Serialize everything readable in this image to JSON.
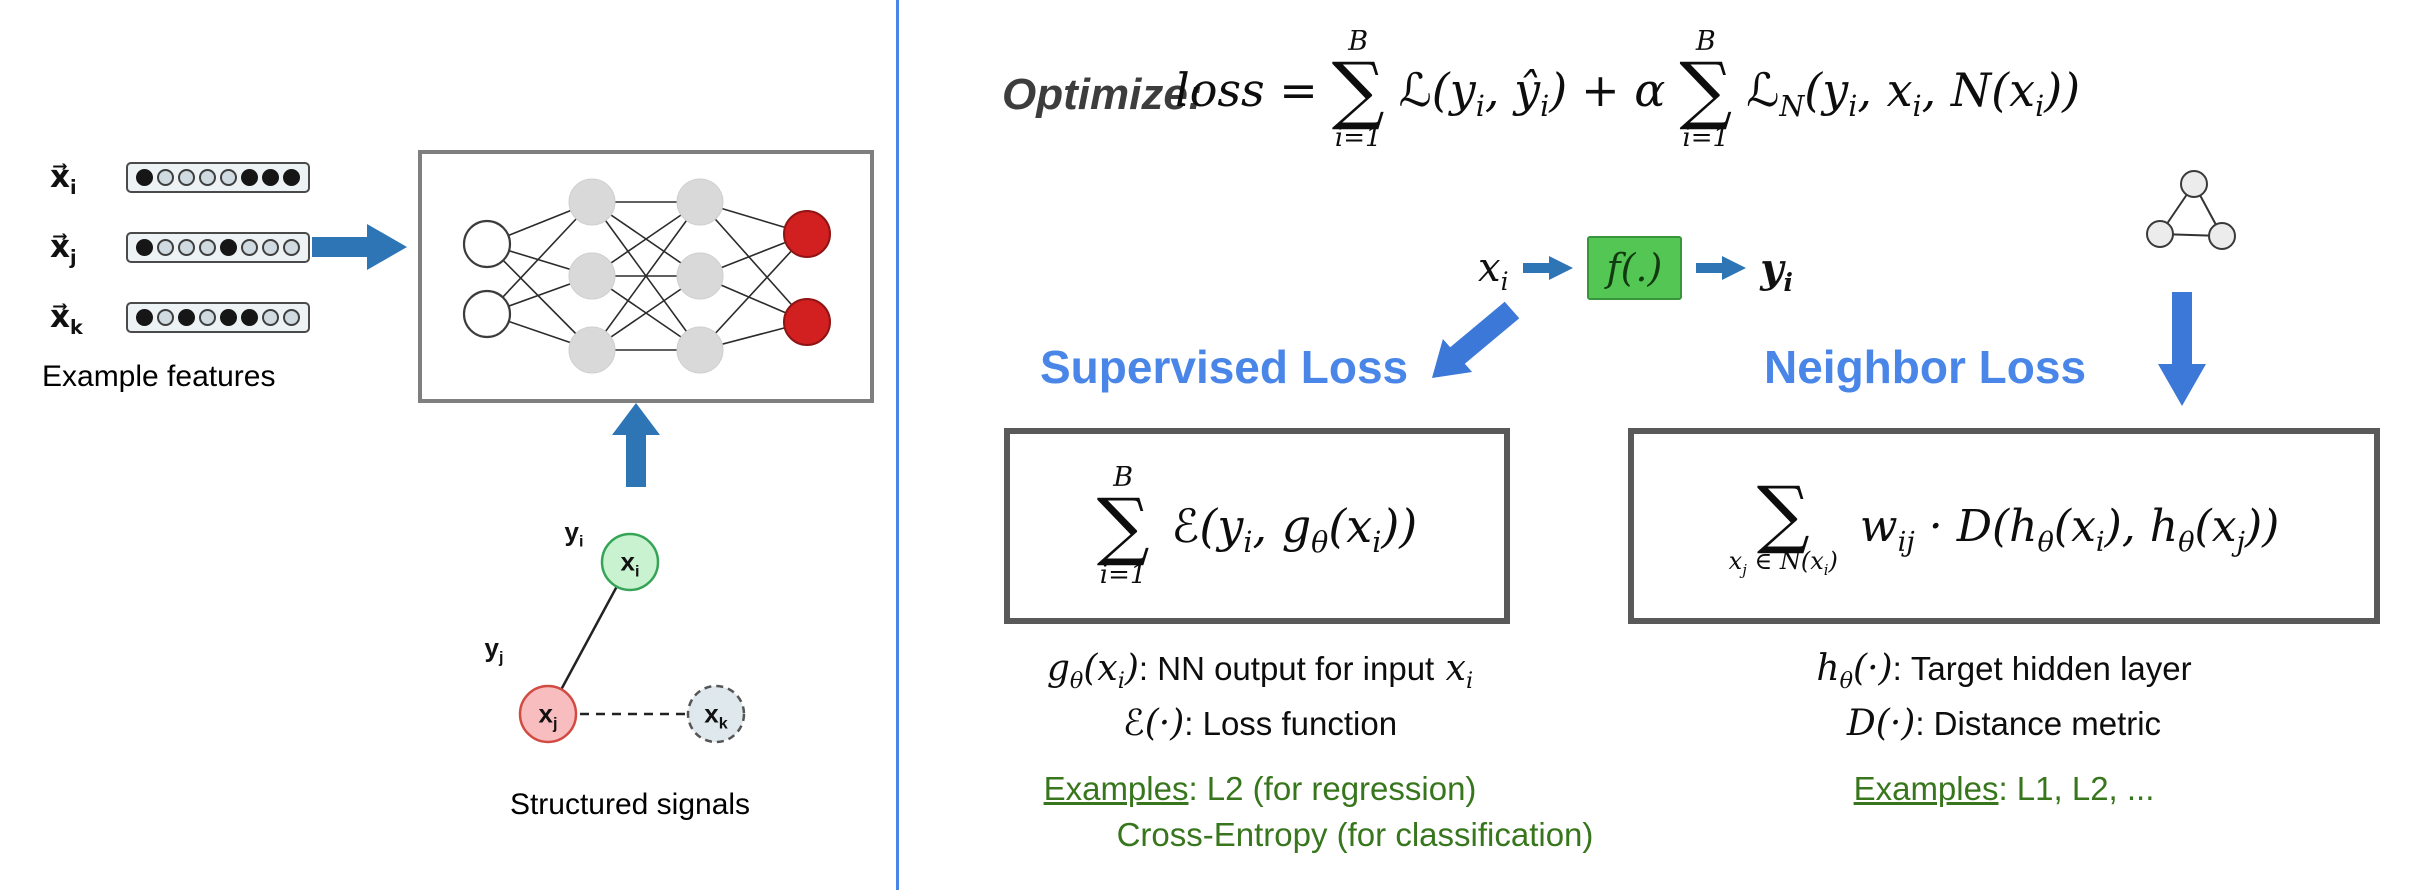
{
  "colors": {
    "divider_blue": "#4a86e8",
    "heading_blue": "#4a86e8",
    "arrow_blue": "#2e75b6",
    "accent_arrow_blue": "#3c78d8",
    "f_box_green": "#53c653",
    "green_text": "#38761d",
    "output_node_red": "#d21f1f",
    "hidden_node_gray": "#d9d9d9",
    "node_green": "#c9f2d0",
    "node_pink": "#f7bdbf",
    "node_gray_dashed": "#dfe8ec"
  },
  "left": {
    "features_caption": "Example features",
    "graph_caption": "Structured signals",
    "features": [
      {
        "label_tokens": [
          {
            "t": "x⃗"
          },
          {
            "t": "i",
            "sub": true
          }
        ],
        "pattern": [
          1,
          0,
          0,
          0,
          0,
          1,
          1,
          1
        ]
      },
      {
        "label_tokens": [
          {
            "t": "x⃗"
          },
          {
            "t": "j",
            "sub": true
          }
        ],
        "pattern": [
          1,
          0,
          0,
          0,
          1,
          0,
          0,
          0
        ]
      },
      {
        "label_tokens": [
          {
            "t": "x⃗"
          },
          {
            "t": "k",
            "sub": true
          }
        ],
        "pattern": [
          1,
          0,
          1,
          0,
          1,
          1,
          0,
          0
        ]
      }
    ],
    "graph": {
      "yi": [
        {
          "t": "y"
        },
        {
          "t": "i",
          "sub": true
        }
      ],
      "yj": [
        {
          "t": "y"
        },
        {
          "t": "j",
          "sub": true
        }
      ],
      "xi": [
        {
          "t": "x"
        },
        {
          "t": "i",
          "sub": true
        }
      ],
      "xj": [
        {
          "t": "x"
        },
        {
          "t": "j",
          "sub": true
        }
      ],
      "xk": [
        {
          "t": "x"
        },
        {
          "t": "k",
          "sub": true
        }
      ]
    }
  },
  "right": {
    "optimize_label": "Optimize:",
    "sym_sum": "∑",
    "formula": {
      "lhs": "loss =",
      "sum1_top": "B",
      "sum1_bottom": "i=1",
      "t1": [
        {
          "t": "ℒ(y"
        },
        {
          "t": "i",
          "sub": true
        },
        {
          "t": ", ŷ"
        },
        {
          "t": "i",
          "sub": true
        },
        {
          "t": ")"
        }
      ],
      "plus": "+ α",
      "sum2_top": "B",
      "sum2_bottom": "i=1",
      "t2": [
        {
          "t": "ℒ"
        },
        {
          "t": "N",
          "sub": true
        },
        {
          "t": "(y"
        },
        {
          "t": "i",
          "sub": true
        },
        {
          "t": ", x"
        },
        {
          "t": "i",
          "sub": true
        },
        {
          "t": ", N(x"
        },
        {
          "t": "i",
          "sub": true
        },
        {
          "t": "))"
        }
      ]
    },
    "flow": {
      "x": [
        {
          "t": "x"
        },
        {
          "t": "i",
          "sub": true
        }
      ],
      "f": "f(.)",
      "y": [
        {
          "t": "y"
        },
        {
          "t": "i",
          "sub": true
        }
      ]
    },
    "supervised": {
      "heading": "Supervised Loss",
      "sum_top": "B",
      "sum_bottom": "i=1",
      "body": [
        {
          "t": "ℰ(y"
        },
        {
          "t": "i",
          "sub": true
        },
        {
          "t": ", g"
        },
        {
          "t": "θ",
          "sub": true
        },
        {
          "t": "(x"
        },
        {
          "t": "i",
          "sub": true
        },
        {
          "t": "))"
        }
      ],
      "note1_math": [
        {
          "t": "g"
        },
        {
          "t": "θ",
          "sub": true
        },
        {
          "t": "(x"
        },
        {
          "t": "i",
          "sub": true
        },
        {
          "t": ")"
        }
      ],
      "note1_text": ": NN output for input",
      "note1_tail": [
        {
          "t": " x"
        },
        {
          "t": "i",
          "sub": true
        }
      ],
      "note2_math": "ℰ(·)",
      "note2_text": ": Loss function",
      "examples_label": "Examples",
      "examples_text": ": L2 (for regression)",
      "examples_line2": "Cross-Entropy (for classification)"
    },
    "neighbor": {
      "heading": "Neighbor Loss",
      "sum_bottom": [
        {
          "t": "x"
        },
        {
          "t": "j",
          "sub": true
        },
        {
          "t": " ∈ N(x"
        },
        {
          "t": "i",
          "sub": true
        },
        {
          "t": ")"
        }
      ],
      "body": [
        {
          "t": "w"
        },
        {
          "t": "ij",
          "sub": true
        },
        {
          "t": " · D(h"
        },
        {
          "t": "θ",
          "sub": true
        },
        {
          "t": "(x"
        },
        {
          "t": "i",
          "sub": true
        },
        {
          "t": "), h"
        },
        {
          "t": "θ",
          "sub": true
        },
        {
          "t": "(x"
        },
        {
          "t": "j",
          "sub": true
        },
        {
          "t": "))"
        }
      ],
      "note1_math": [
        {
          "t": "h"
        },
        {
          "t": "θ",
          "sub": true
        },
        {
          "t": "(·)"
        }
      ],
      "note1_text": ": Target hidden layer",
      "note2_math": "D(·)",
      "note2_text": ": Distance metric",
      "examples_label": "Examples",
      "examples_text": ": L1, L2, ..."
    }
  }
}
